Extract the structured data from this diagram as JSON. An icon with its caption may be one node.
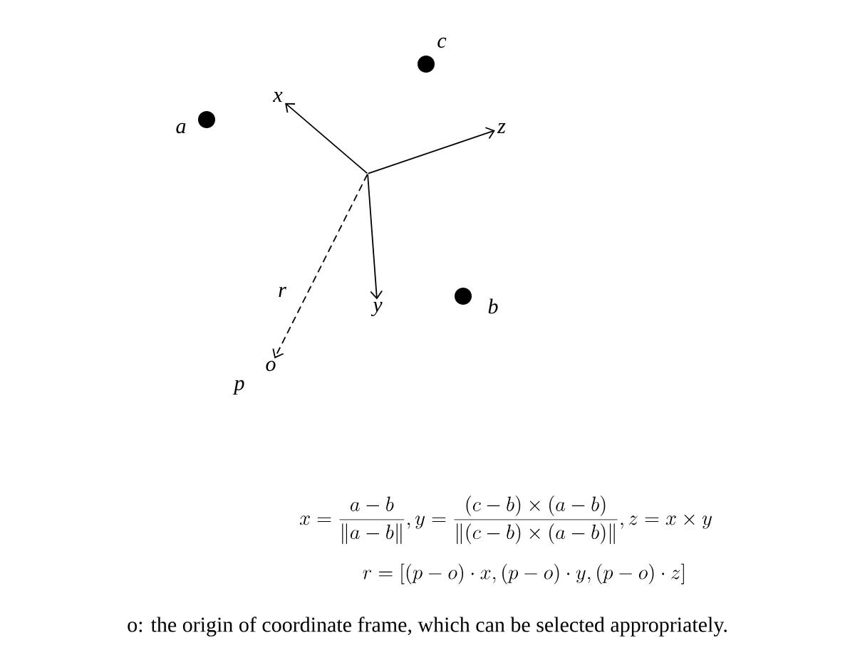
{
  "diagram": {
    "caption": "o: the origin of coordinate frame, which can be selected appropriately.",
    "nodes": [
      {
        "text": [],
        "shape": "point"
      },
      {
        "text": [
          "x"
        ]
      },
      {
        "text": [
          "y"
        ]
      },
      {
        "text": [
          "z"
        ]
      },
      {
        "text": [
          "o"
        ]
      }
    ],
    "edges": [
      {
        "from": 0,
        "to": 1,
        "arrow": "to"
      },
      {
        "from": 0,
        "to": 3,
        "arrow": "to"
      },
      {
        "from": 0,
        "to": 2,
        "arrow": "to"
      },
      {
        "from": 0,
        "to": 4,
        "arrow": "to",
        "style": "dashed",
        "label": "r"
      }
    ],
    "labels": [
      "c",
      "a",
      "b",
      "p",
      "x = \\frac{a-b}{\\| a-b \\|}, y = \\frac{(c-b)\\times(a-b)}{\\| (c-b)\\times(a-b) \\|}, z = x \\times y",
      "r = [(p-o)\\cdot x, (p-o)\\cdot y, (p-o)\\cdot z]"
    ]
  }
}
